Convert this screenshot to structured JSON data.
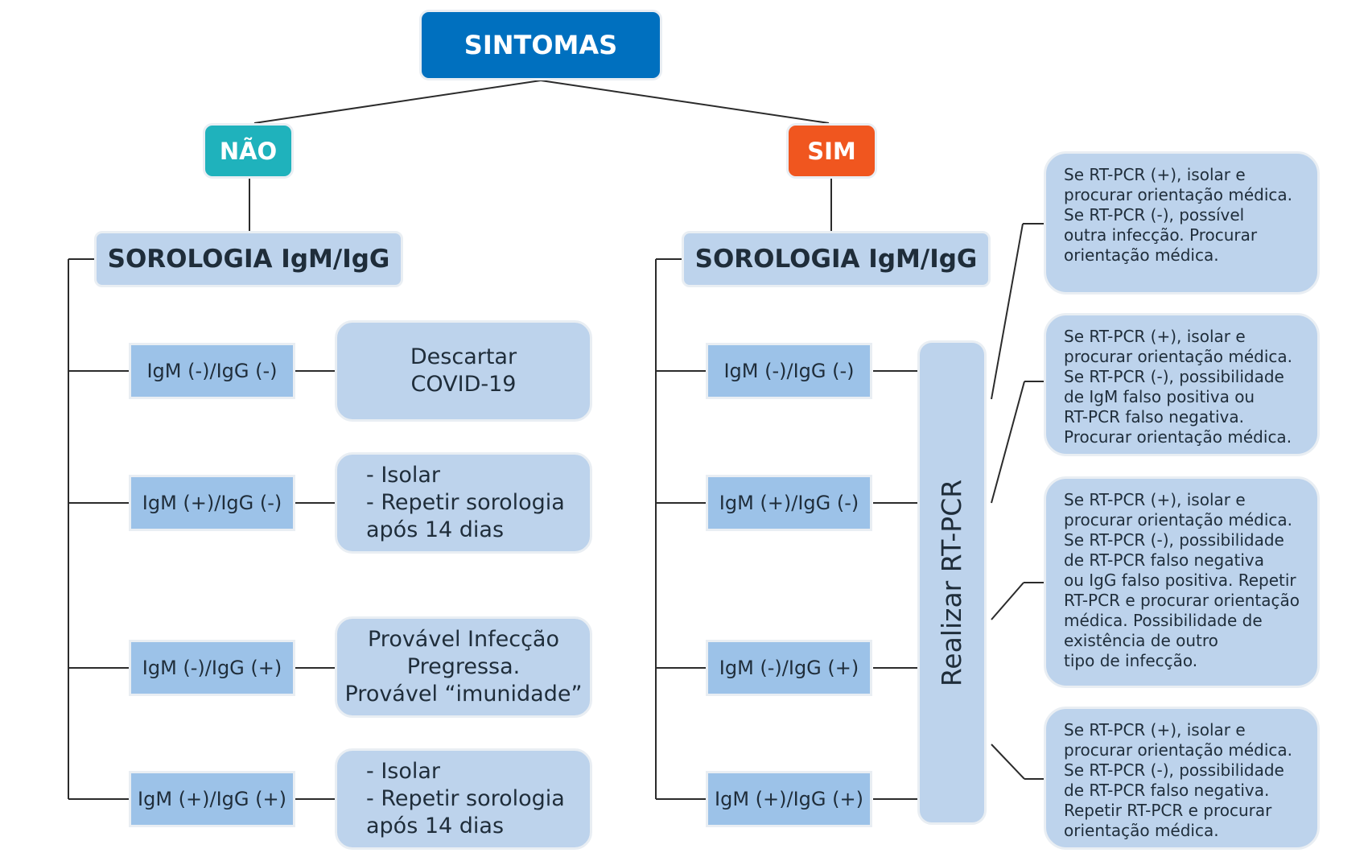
{
  "title": "SINTOMAS",
  "branches": {
    "nao": {
      "label": "NÃO",
      "serology": "SOROLOGIA IgM/IgG",
      "tests": [
        "IgM (-)/IgG (-)",
        "IgM (+)/IgG (-)",
        "IgM (-)/IgG (+)",
        "IgM (+)/IgG (+)"
      ],
      "results": [
        "Descartar\nCOVID-19",
        "- Isolar\n- Repetir sorologia\n  após 14 dias",
        "Provável Infecção\nPregressa.\nProvável “imunidade”",
        "- Isolar\n- Repetir sorologia\n  após 14 dias"
      ]
    },
    "sim": {
      "label": "SIM",
      "serology": "SOROLOGIA IgM/IgG",
      "tests": [
        "IgM (-)/IgG (-)",
        "IgM (+)/IgG (-)",
        "IgM (-)/IgG (+)",
        "IgM (+)/IgG (+)"
      ],
      "action": "Realizar RT-PCR",
      "notes": [
        "Se RT-PCR (+), isolar e\nprocurar orientação médica.\nSe RT-PCR (-), possível\noutra infecção. Procurar\norientação médica.",
        "Se RT-PCR (+), isolar e\nprocurar orientação médica.\nSe RT-PCR (-), possibilidade\nde IgM falso positiva ou\nRT-PCR falso negativa.\nProcurar orientação médica.",
        "Se RT-PCR (+), isolar e\nprocurar orientação médica.\nSe RT-PCR (-), possibilidade\nde RT-PCR falso negativa\nou IgG falso positiva. Repetir\nRT-PCR e procurar orientação\nmédica. Possibilidade de\nexistência de outro\ntipo de infecção.",
        "Se RT-PCR (+), isolar e\nprocurar orientação médica.\nSe RT-PCR (-), possibilidade\nde RT-PCR falso negativa.\nRepetir RT-PCR e procurar\norientação médica."
      ]
    }
  },
  "colors": {
    "title": "#0070bf",
    "nao": "#1fb2bc",
    "sim": "#f0561f",
    "light_box": "#bdd3ec",
    "test_box": "#9cc2e8",
    "lines": "#2b2b2b"
  }
}
